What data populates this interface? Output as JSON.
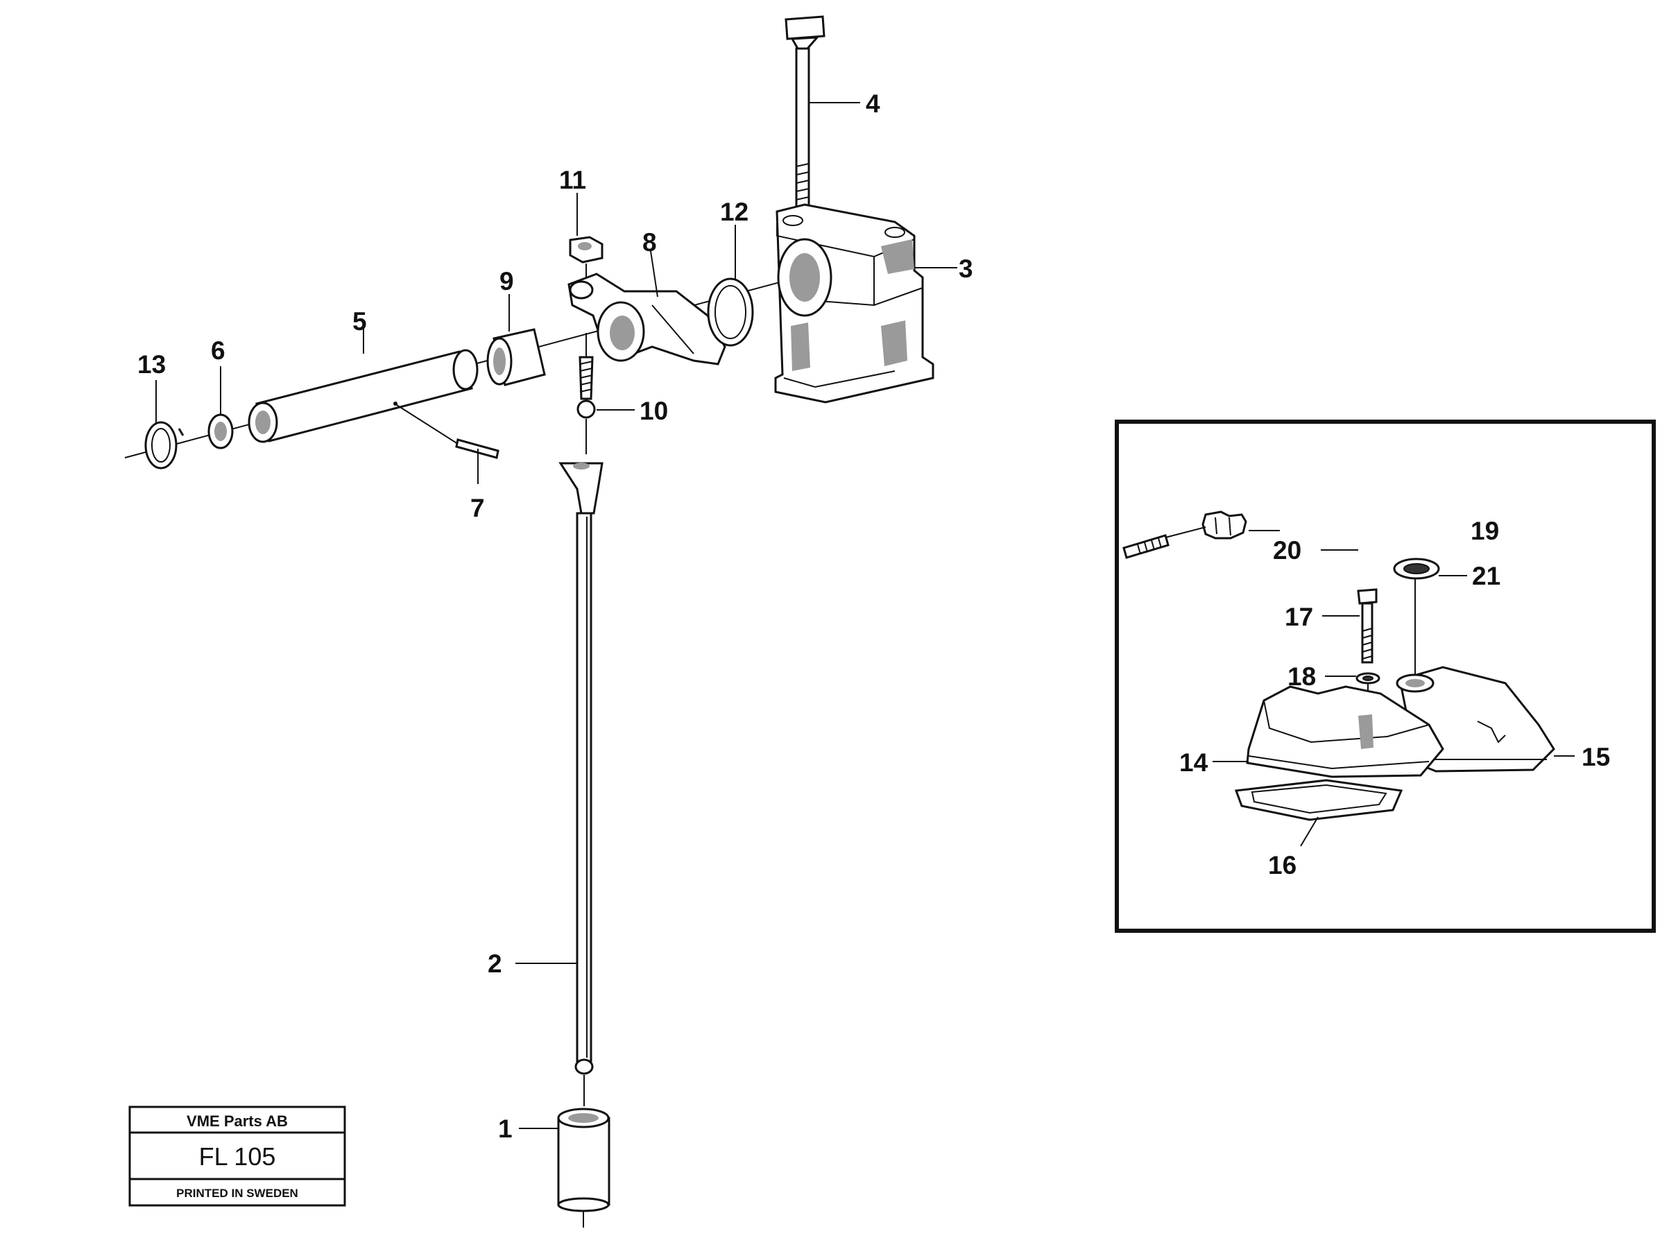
{
  "labels": {
    "p1": "1",
    "p2": "2",
    "p3": "3",
    "p4": "4",
    "p5": "5",
    "p6": "6",
    "p7": "7",
    "p8": "8",
    "p9": "9",
    "p10": "10",
    "p11": "11",
    "p12": "12",
    "p13": "13",
    "p14": "14",
    "p15": "15",
    "p16": "16",
    "p17": "17",
    "p18": "18",
    "p19": "19",
    "p20": "20",
    "p21": "21"
  },
  "title_block": {
    "company": "VME Parts AB",
    "code": "FL 105",
    "printed": "PRINTED IN SWEDEN"
  }
}
